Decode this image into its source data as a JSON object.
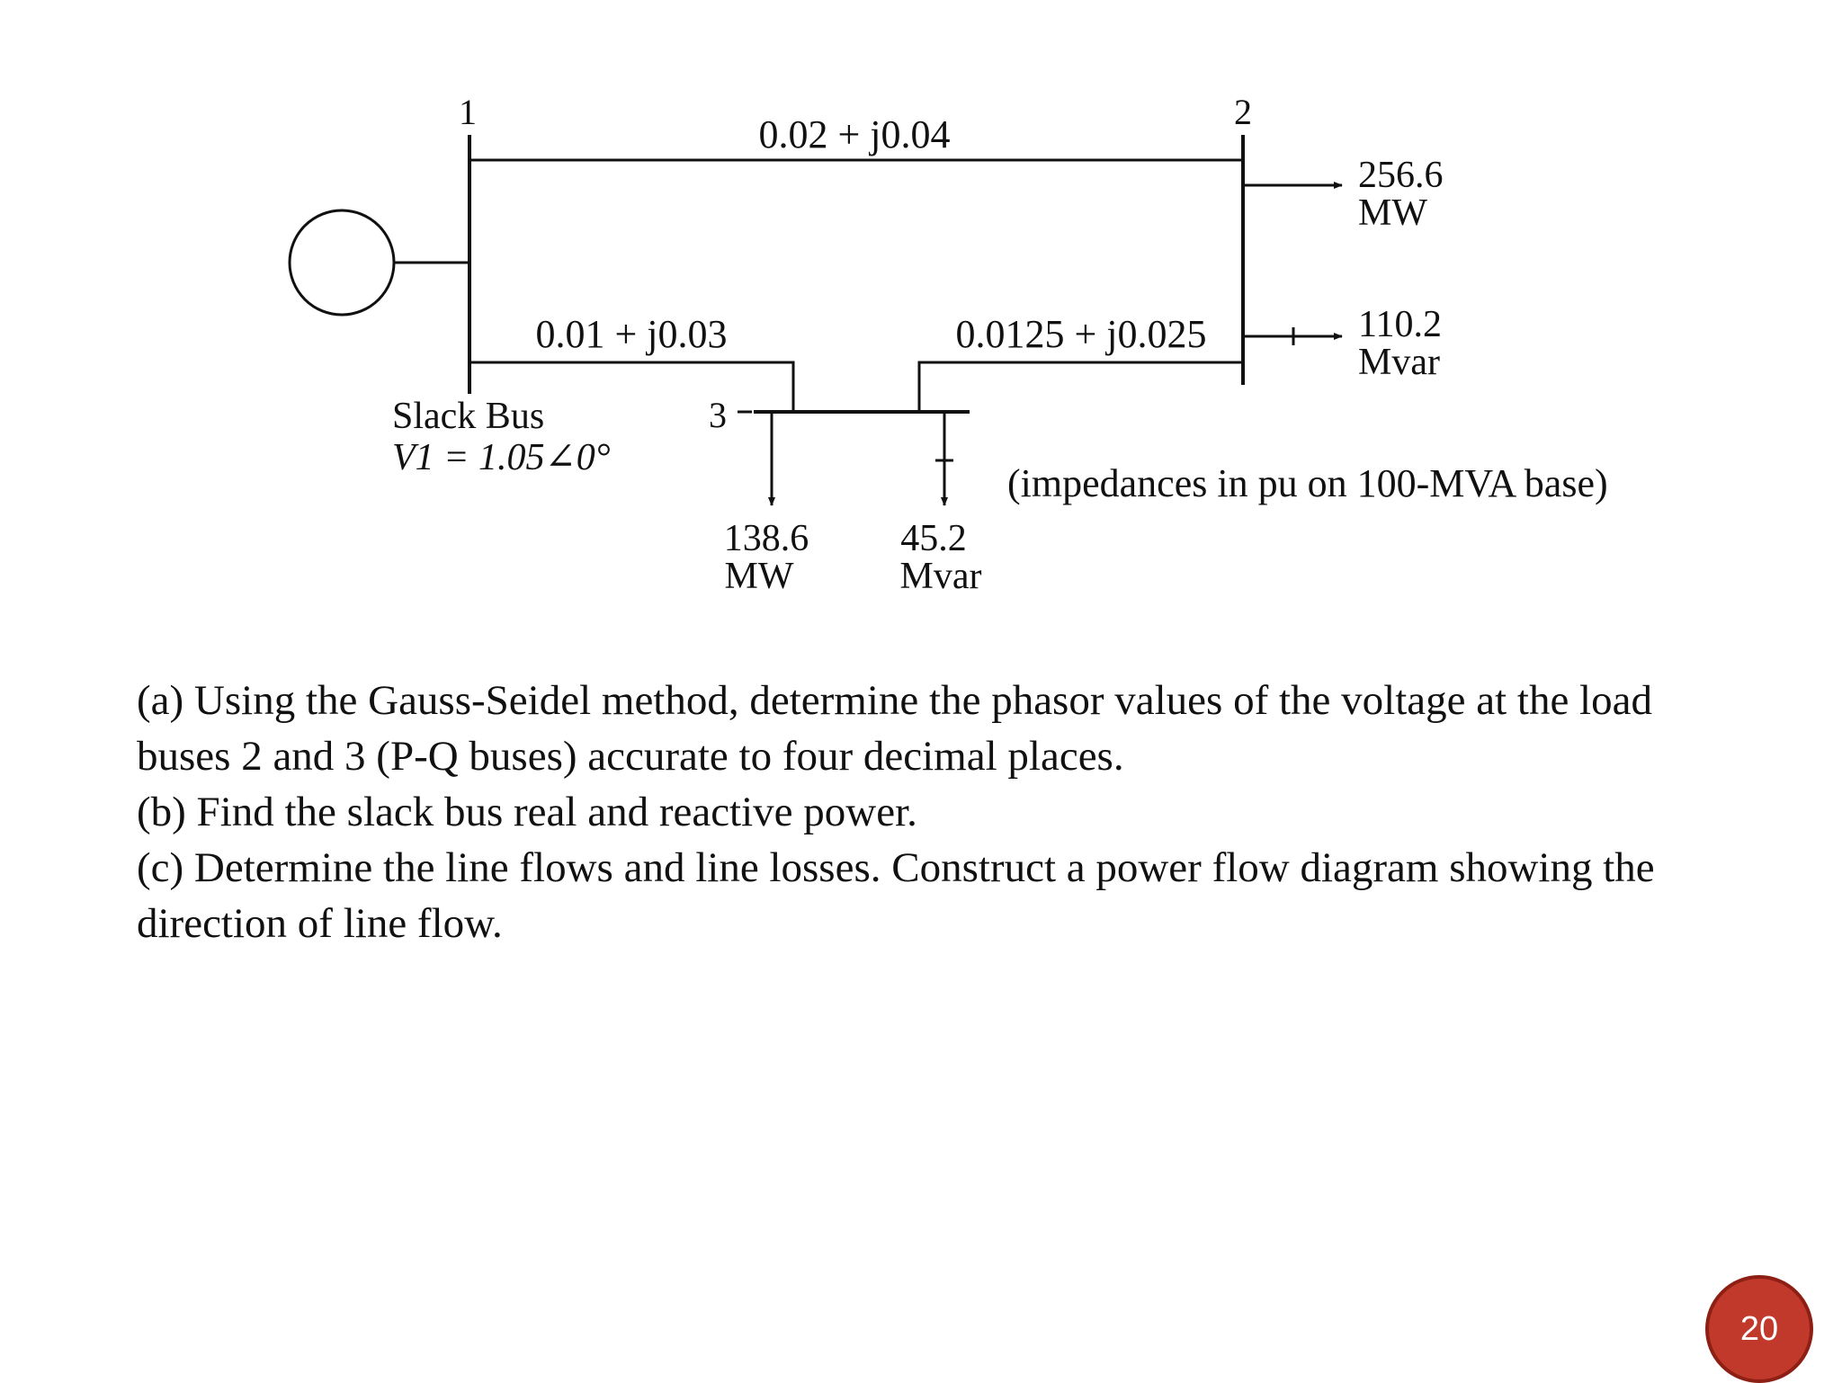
{
  "diagram": {
    "buses": {
      "bus1_number": "1",
      "bus2_number": "2",
      "bus3_number": "3"
    },
    "lines": {
      "line_1_2": "0.02 + j0.04",
      "line_1_3": "0.01 + j0.03",
      "line_2_3": "0.0125 + j0.025"
    },
    "slack": {
      "label": "Slack Bus",
      "voltage": "V1 = 1.05∠0°"
    },
    "bus2_load": {
      "p_value": "256.6",
      "p_unit": "MW",
      "q_value": "110.2",
      "q_unit": "Mvar"
    },
    "bus3_load": {
      "p_value": "138.6",
      "p_unit": "MW",
      "q_value": "45.2",
      "q_unit": "Mvar"
    },
    "note": "(impedances in pu on 100-MVA base)"
  },
  "questions": {
    "a": "(a) Using the Gauss-Seidel method, determine the phasor values of the voltage at the load buses 2 and 3 (P-Q buses) accurate to four decimal places.",
    "b": "(b) Find the slack bus real and reactive power.",
    "c": "(c) Determine the line flows and line losses. Construct a power flow diagram showing the direction of line flow."
  },
  "page_number": "20",
  "colors": {
    "ink": "#111111",
    "badge": "#c0392b"
  }
}
